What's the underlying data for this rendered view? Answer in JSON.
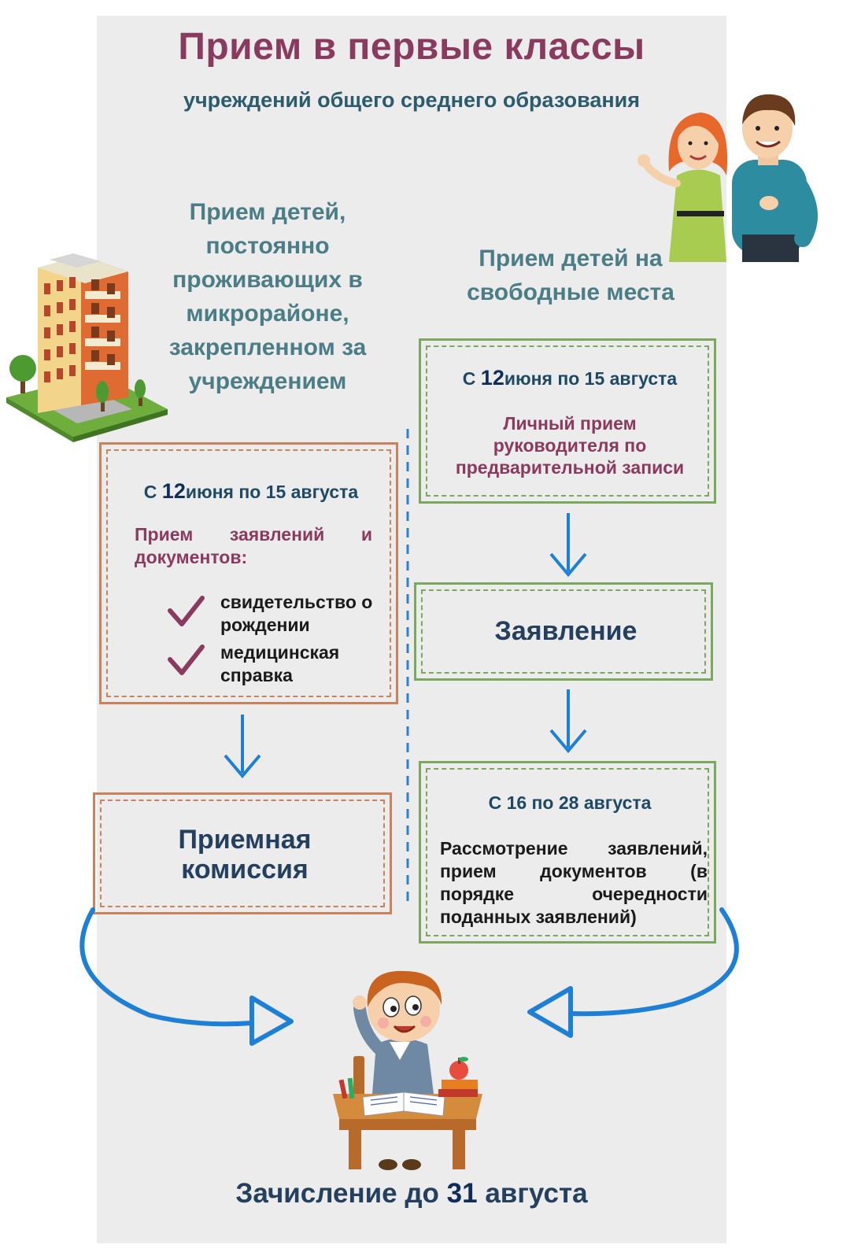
{
  "title": "Прием в первые классы",
  "subtitle": "учреждений общего среднего образования",
  "left": {
    "heading_lines": [
      "Прием детей,",
      "постоянно",
      "проживающих в",
      "микрорайоне,",
      "закрепленном за",
      "учреждением"
    ],
    "box1": {
      "date_prefix": "С",
      "date_num": "12",
      "date_suffix": "июня по 15 августа",
      "intro": "Прием заявлений и документов:",
      "items": [
        "свидетельство о рождении",
        "медицинская справка"
      ]
    },
    "box2": {
      "text_line1": "Приемная",
      "text_line2": "комиссия"
    }
  },
  "right": {
    "heading_lines": [
      "Прием детей на",
      "свободные места"
    ],
    "box1": {
      "date_prefix": "С",
      "date_num": "12",
      "date_suffix": "июня по 15 августа",
      "text_lines": [
        "Личный прием",
        "руководителя по",
        "предварительной записи"
      ]
    },
    "box2": {
      "text": "Заявление"
    },
    "box3": {
      "date": "С 16 по 28 августа",
      "text": "Рассмотрение заявлений, прием документов (в порядке очередности поданных заявлений)"
    }
  },
  "footer": {
    "prefix": "Зачисление до",
    "num": "31",
    "suffix": "августа"
  },
  "colors": {
    "title": "#8a3a5e",
    "heading": "#4b7d86",
    "orange_border": "#c9825a",
    "green_border": "#7aa85c",
    "arrow_blue": "#1e7fd6",
    "navy": "#24405e",
    "panel": "#ececec"
  },
  "icons": [
    "building-illustration",
    "parents-illustration",
    "check-icon",
    "down-arrow-icon",
    "curved-arrow-icon",
    "schoolboy-illustration"
  ]
}
